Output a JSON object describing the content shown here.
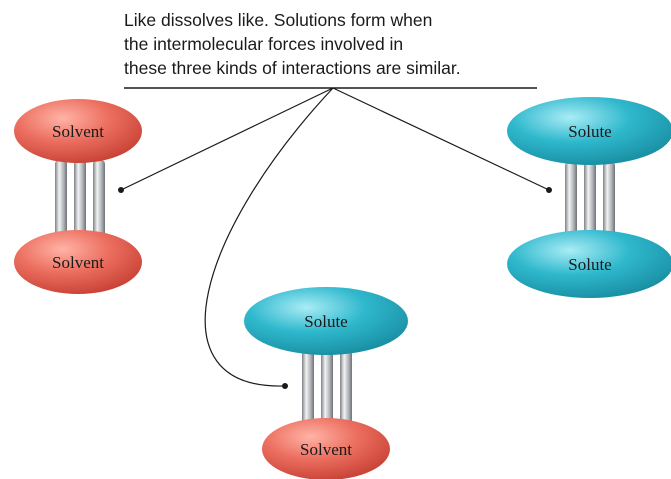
{
  "caption": {
    "lines": [
      "Like dissolves like. Solutions form when",
      "the intermolecular forces involved in",
      "these three kinds of interactions are similar."
    ]
  },
  "pairs": {
    "solvent_solvent": {
      "top": "Solvent",
      "bottom": "Solvent"
    },
    "solute_solute": {
      "top": "Solute",
      "bottom": "Solute"
    },
    "solute_solvent": {
      "top": "Solute",
      "bottom": "Solvent"
    }
  },
  "colors": {
    "solvent": "#e8685a",
    "solute": "#2bb3c9",
    "rod": "#b9bcc0",
    "line": "#1a1a1a"
  }
}
